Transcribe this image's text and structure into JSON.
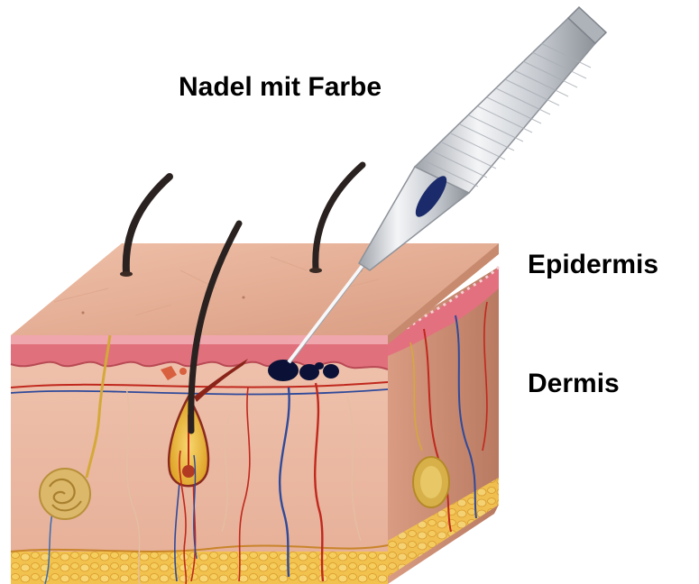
{
  "labels": {
    "needle": "Nadel mit Farbe",
    "epidermis": "Epidermis",
    "dermis": "Dermis"
  },
  "colors": {
    "skin_top": "#e8b39a",
    "skin_front": "#eab9a4",
    "skin_side": "#c98b72",
    "epidermis_layer": "#e0707c",
    "fat_layer": "#f0c04a",
    "ink": "#0a1036",
    "hair": "#2a2220",
    "vein": "#2f4a9a",
    "artery": "#c0281e",
    "nerve": "#d4a93a",
    "needle_metal": "#cfd3d8",
    "label_text": "#000000"
  }
}
